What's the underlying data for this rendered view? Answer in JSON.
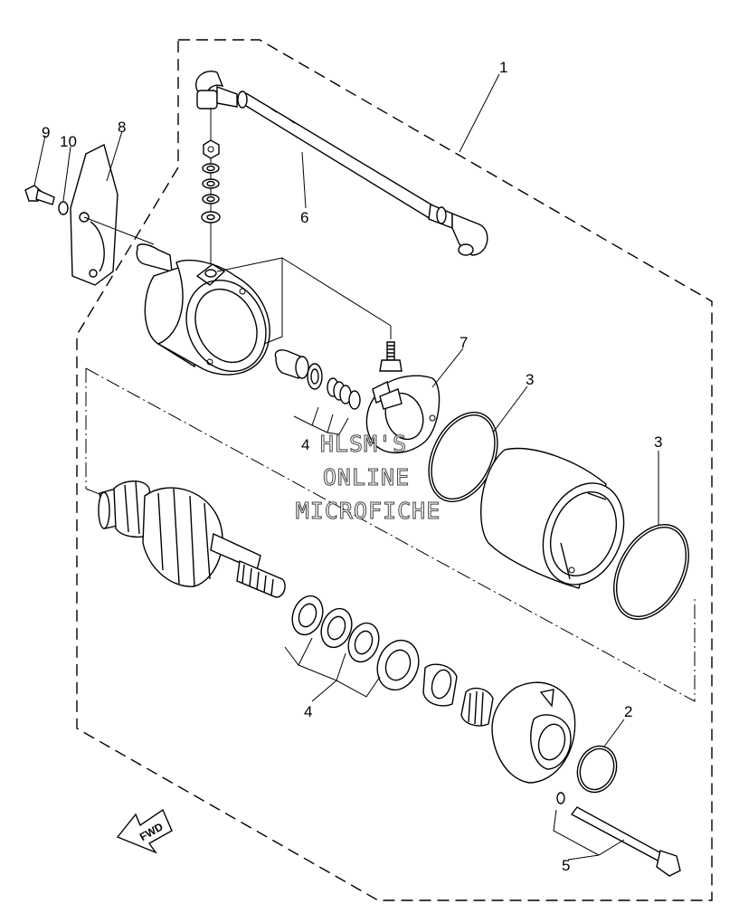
{
  "diagram": {
    "callouts": [
      "1",
      "2",
      "3",
      "3",
      "4",
      "4",
      "5",
      "6",
      "7",
      "8",
      "9",
      "10"
    ],
    "watermark": [
      "HLSM'S",
      "ONLINE",
      "MICROFICHE"
    ],
    "fwd_label": "FWD"
  }
}
